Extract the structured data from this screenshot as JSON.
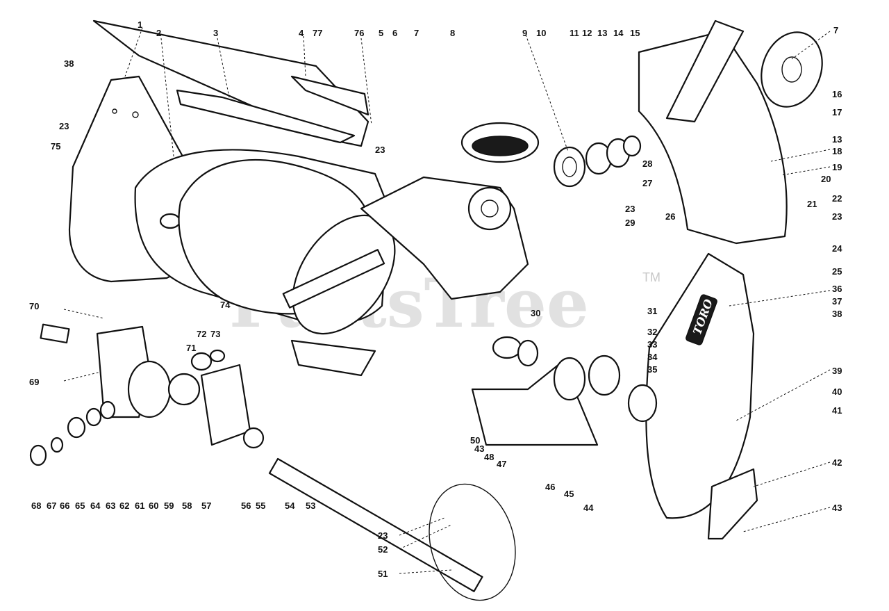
{
  "watermark": {
    "text": "PartsTree",
    "trademark": "TM"
  },
  "brand_plate": {
    "text": "TORO"
  },
  "callouts": [
    "1",
    "2",
    "3",
    "4",
    "77",
    "76",
    "5",
    "6",
    "7",
    "8",
    "9",
    "10",
    "11",
    "12",
    "13",
    "14",
    "15",
    "7",
    "16",
    "17",
    "13",
    "38",
    "23",
    "75",
    "23",
    "18",
    "19",
    "20",
    "28",
    "27",
    "21",
    "22",
    "23",
    "26",
    "29",
    "23",
    "24",
    "25",
    "70",
    "36",
    "37",
    "38",
    "30",
    "31",
    "32",
    "33",
    "34",
    "35",
    "72",
    "73",
    "74",
    "71",
    "69",
    "39",
    "40",
    "41",
    "42",
    "50",
    "43",
    "48",
    "47",
    "46",
    "45",
    "44",
    "43",
    "68",
    "67",
    "66",
    "65",
    "64",
    "63",
    "62",
    "61",
    "60",
    "59",
    "58",
    "57",
    "56",
    "55",
    "54",
    "53",
    "23",
    "52",
    "51"
  ]
}
